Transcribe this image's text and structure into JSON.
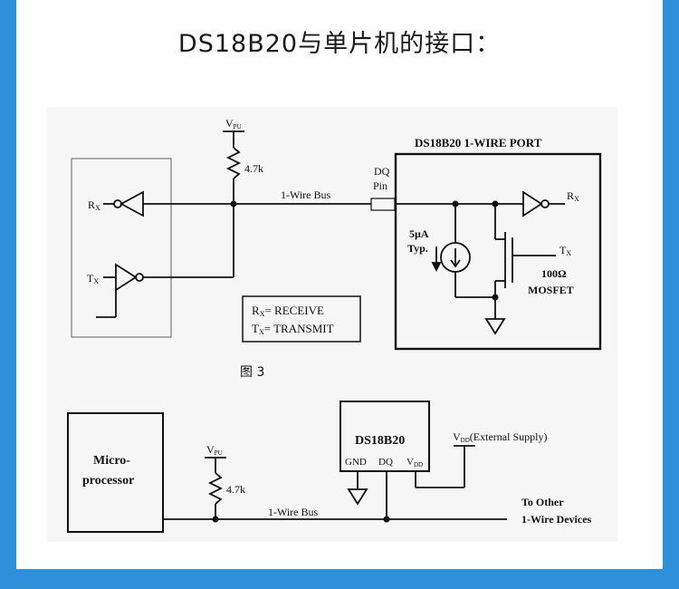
{
  "title": "DS18B20与单片机的接口：",
  "figure_label": "图 3",
  "top": {
    "vpu": "V",
    "vpu_sub": "PU",
    "resistor": "4.7k",
    "bus": "1-Wire Bus",
    "dq": "DQ",
    "pin": "Pin",
    "port_title": "DS18B20 1-WIRE PORT",
    "rx": "R",
    "rx_sub": "X",
    "tx": "T",
    "tx_sub": "X",
    "current": "5µA",
    "current_typ": "Typ.",
    "res_100": "100Ω",
    "mosfet": "MOSFET",
    "legend_rx": "= RECEIVE",
    "legend_tx": "= TRANSMIT"
  },
  "bottom": {
    "micro1": "Micro-",
    "micro2": "processor",
    "vpu": "V",
    "vpu_sub": "PU",
    "resistor": "4.7k",
    "bus": "1-Wire Bus",
    "chip": "DS18B20",
    "gnd": "GND",
    "dq": "DQ",
    "vdd": "V",
    "vdd_sub": "DD",
    "ext_vdd": "V",
    "ext_vdd_sub": "DD",
    "ext_label": "(External Supply)",
    "to_other1": "To Other",
    "to_other2": "1-Wire Devices"
  }
}
